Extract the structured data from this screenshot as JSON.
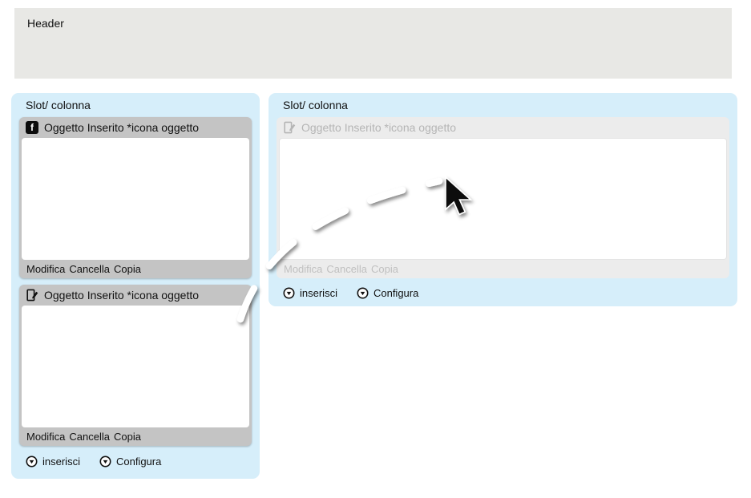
{
  "header": {
    "title": "Header"
  },
  "columns": {
    "left": {
      "label": "Slot/ colonna",
      "widgets": [
        {
          "icon": "facebook-icon",
          "title": "Oggetto Inserito *icona oggetto",
          "actions": [
            "Modifica",
            "Cancella",
            "Copia"
          ]
        },
        {
          "icon": "edit-page-icon",
          "title": "Oggetto Inserito *icona oggetto",
          "actions": [
            "Modifica",
            "Cancella",
            "Copia"
          ]
        }
      ],
      "buttons": [
        {
          "icon": "insert-icon",
          "label": "inserisci"
        },
        {
          "icon": "configure-icon",
          "label": "Configura"
        }
      ]
    },
    "right": {
      "label": "Slot/ colonna",
      "widgets": [
        {
          "icon": "edit-page-icon",
          "title": "Oggetto Inserito *icona oggetto",
          "actions": [
            "Modifica",
            "Cancella",
            "Copia"
          ],
          "state": "ghost-drop-preview"
        }
      ],
      "buttons": [
        {
          "icon": "insert-icon",
          "label": "inserisci"
        },
        {
          "icon": "configure-icon",
          "label": "Configura"
        }
      ]
    }
  },
  "drag": {
    "cursor_icon": "mouse-pointer-icon",
    "indicator": "dashed-arc"
  },
  "colors": {
    "header_bg": "#e8e8e5",
    "column_bg": "#d6eefa",
    "widget_bar": "#c4c4c4",
    "ghost_text": "#b5b5b5"
  }
}
